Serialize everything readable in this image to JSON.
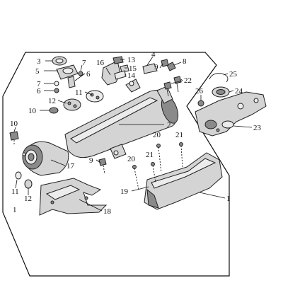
{
  "labels": {
    "l1a": "1",
    "l1b": "1",
    "l2": "2",
    "l3": "3",
    "l4": "4",
    "l5": "5",
    "l6a": "6",
    "l6b": "6",
    "l7a": "7",
    "l7b": "7",
    "l8": "8",
    "l9a": "9",
    "l9b": "9",
    "l10a": "10",
    "l10b": "10",
    "l11a": "11",
    "l11b": "11",
    "l12a": "12",
    "l12b": "12",
    "l13": "13",
    "l14": "14",
    "l15": "15",
    "l16": "16",
    "l17": "17",
    "l18": "18",
    "l19": "19",
    "l20a": "20",
    "l20b": "20",
    "l21a": "21",
    "l21b": "21",
    "l22": "22",
    "l23": "23",
    "l24": "24",
    "l25": "25",
    "l26": "26"
  }
}
